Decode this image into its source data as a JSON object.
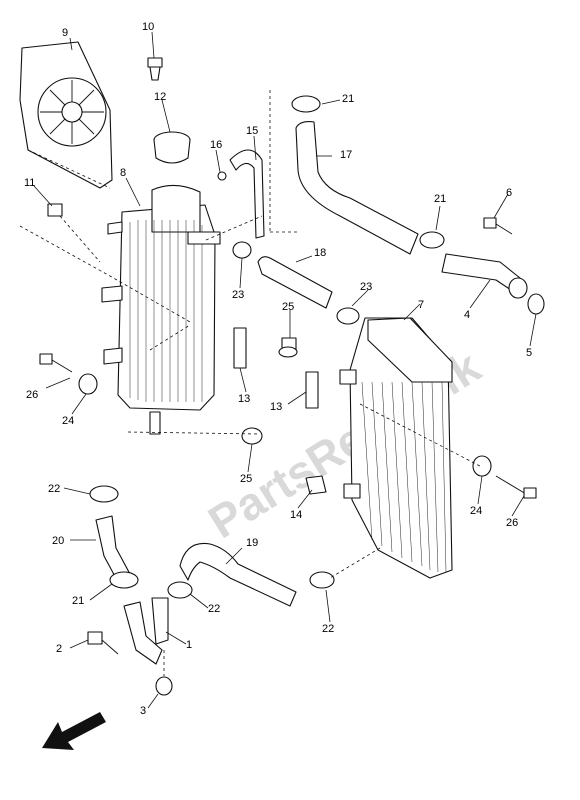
{
  "watermark": "PartsRepublik",
  "callouts": {
    "c1": "1",
    "c2": "2",
    "c3": "3",
    "c4": "4",
    "c5": "5",
    "c6": "6",
    "c7": "7",
    "c8": "8",
    "c9": "9",
    "c10": "10",
    "c11": "11",
    "c12": "12",
    "c13a": "13",
    "c13b": "13",
    "c14": "14",
    "c15": "15",
    "c16": "16",
    "c17": "17",
    "c18": "18",
    "c19": "19",
    "c20": "20",
    "c21a": "21",
    "c21b": "21",
    "c21c": "21",
    "c22a": "22",
    "c22b": "22",
    "c22c": "22",
    "c23a": "23",
    "c23b": "23",
    "c24a": "24",
    "c24b": "24",
    "c25a": "25",
    "c25b": "25",
    "c26a": "26",
    "c26b": "26"
  }
}
